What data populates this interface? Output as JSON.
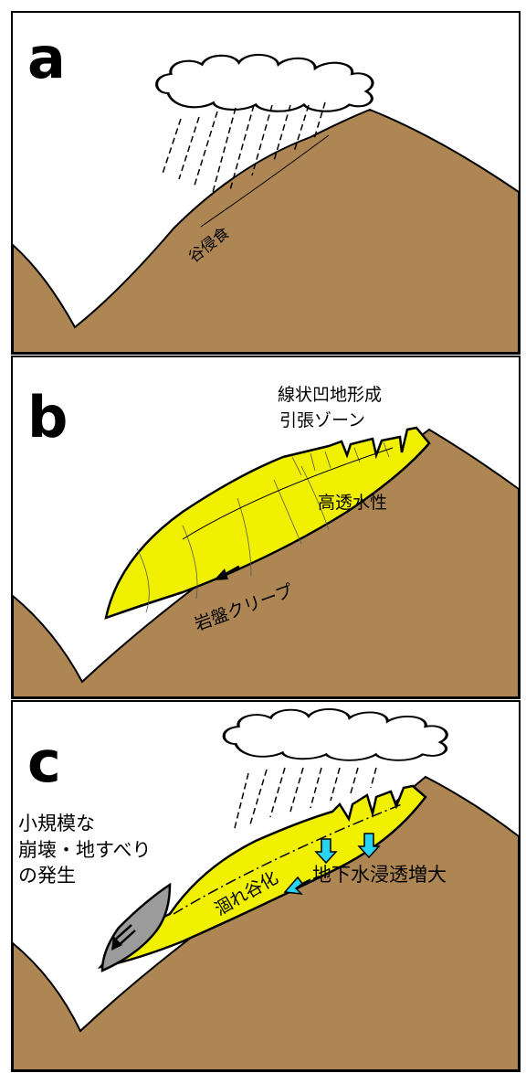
{
  "panels": [
    {
      "letter": "a",
      "labels": {
        "valley_erosion": "谷侵食"
      }
    },
    {
      "letter": "b",
      "labels": {
        "top_line1": "線状凹地形成",
        "top_line2": "引張ゾーン",
        "permeability": "高透水性",
        "creep": "岩盤クリープ"
      }
    },
    {
      "letter": "c",
      "labels": {
        "left_line1": "小規模な",
        "left_line2": "崩壊・地すべり",
        "left_line3": "の発生",
        "infiltration": "地下水浸透増大",
        "weathering": "涸れ谷化"
      }
    }
  ],
  "colors": {
    "ground": "#ae8653",
    "slide_mass": "#f0f000",
    "collapse": "#9b9b9b",
    "arrow_water": "#29d3f2",
    "outline": "#000000",
    "sky": "#ffffff"
  }
}
